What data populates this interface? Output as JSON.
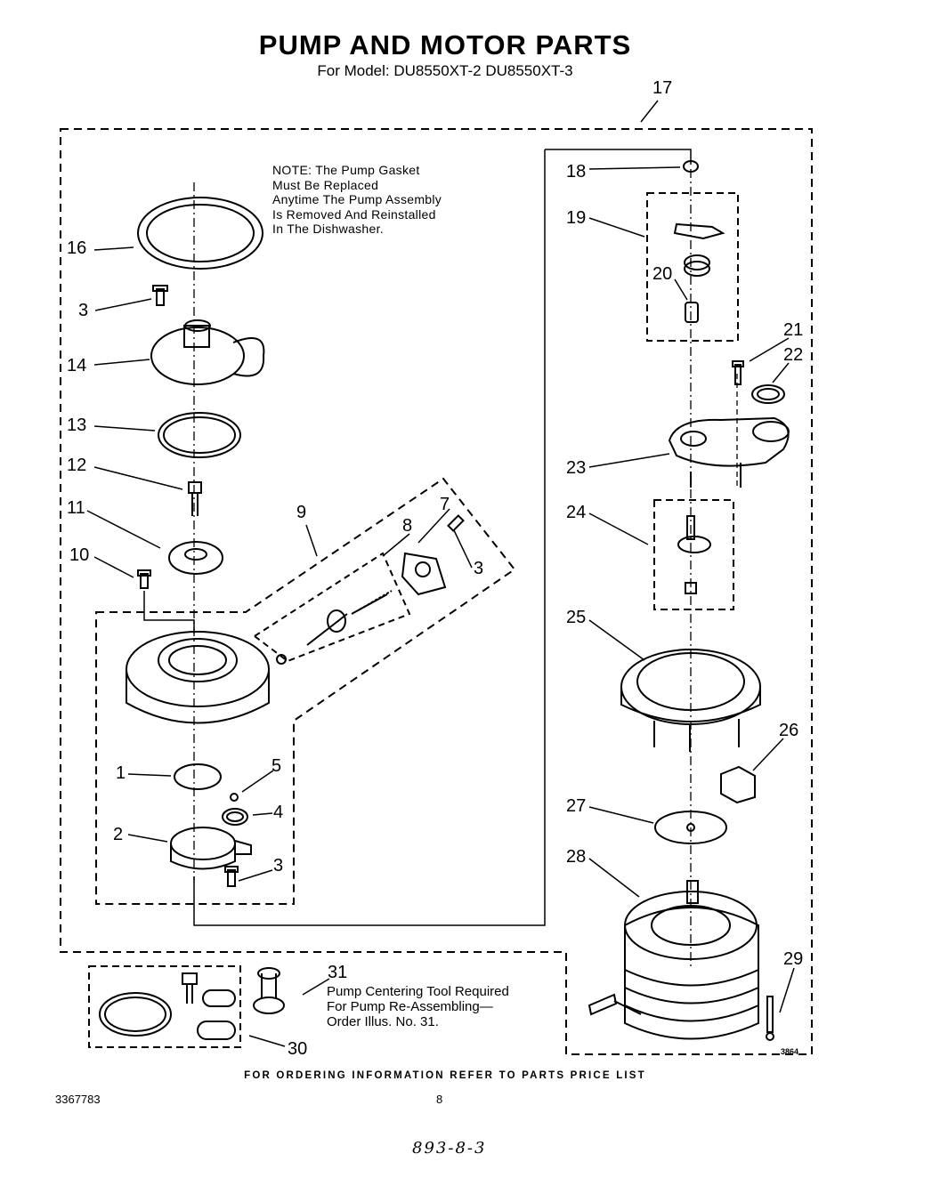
{
  "title": "PUMP AND MOTOR PARTS",
  "subtitle": "For Model: DU8550XT-2 DU8550XT-3",
  "note": {
    "line1": "NOTE: The Pump Gasket",
    "line2": "Must Be Replaced",
    "line3": "Anytime The Pump Assembly",
    "line4": "Is Removed And Reinstalled",
    "line5": "In The Dishwasher."
  },
  "tool_note": {
    "line1": "Pump Centering Tool Required",
    "line2": "For Pump Re-Assembling—",
    "line3": "Order Illus. No. 31."
  },
  "callouts": {
    "c1": "1",
    "c2": "2",
    "c3a": "3",
    "c3b": "3",
    "c3c": "3",
    "c4": "4",
    "c5": "5",
    "c7": "7",
    "c8": "8",
    "c9": "9",
    "c10": "10",
    "c11": "11",
    "c12": "12",
    "c13": "13",
    "c14": "14",
    "c16": "16",
    "c17": "17",
    "c18": "18",
    "c19": "19",
    "c20": "20",
    "c21": "21",
    "c22": "22",
    "c23": "23",
    "c24": "24",
    "c25": "25",
    "c26": "26",
    "c27": "27",
    "c28": "28",
    "c29": "29",
    "c30": "30",
    "c31": "31"
  },
  "illustration_number": "3864",
  "footer": "FOR ORDERING INFORMATION REFER TO PARTS PRICE LIST",
  "document_number": "3367783",
  "page_number": "8",
  "handwritten": "893-8-3"
}
